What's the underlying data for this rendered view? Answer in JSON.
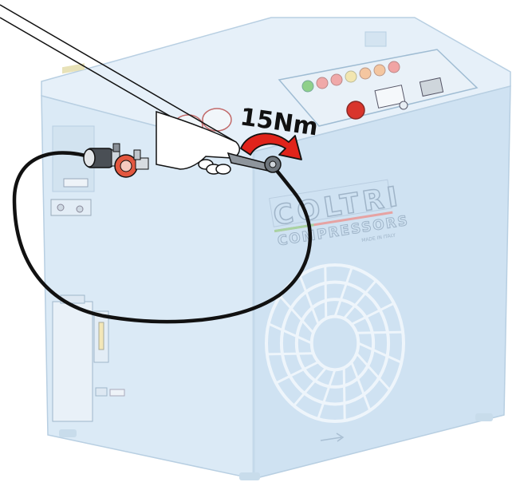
{
  "figure": {
    "torque_label": "15Nm",
    "brand_name": "COLTRI",
    "brand_sub": "COMPRESSORS",
    "brand_tag": "MADE IN ITALY"
  },
  "colors": {
    "cabinet_front": "#dbeaf6",
    "cabinet_side": "#cfe2f2",
    "cabinet_top": "#e6f0f9",
    "outline": "#b8cfe2",
    "hose": "#111111",
    "arrow_red": "#e0231b",
    "stop_button": "#d9352c"
  },
  "icons": {
    "rotation_arrow": "curved-arrow-clockwise",
    "hand": "hand-holding-wrench",
    "valve": "hp-outlet-valve",
    "fan": "cooling-fan-grille"
  }
}
